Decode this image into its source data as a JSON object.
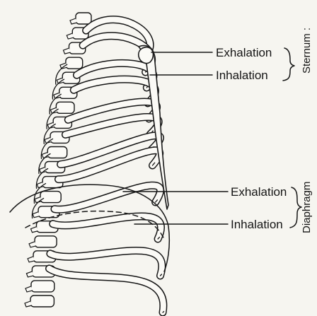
{
  "sternum_group": {
    "label": "Sternum :",
    "exhalation": "Exhalation",
    "inhalation": "Inhalation"
  },
  "diaphragm_group": {
    "label": "Diaphragm",
    "exhalation": "Exhalation",
    "inhalation": "Inhalation"
  },
  "colors": {
    "background": "#f6f5f0",
    "ink": "#161616",
    "bone": "#fbfaf6"
  }
}
